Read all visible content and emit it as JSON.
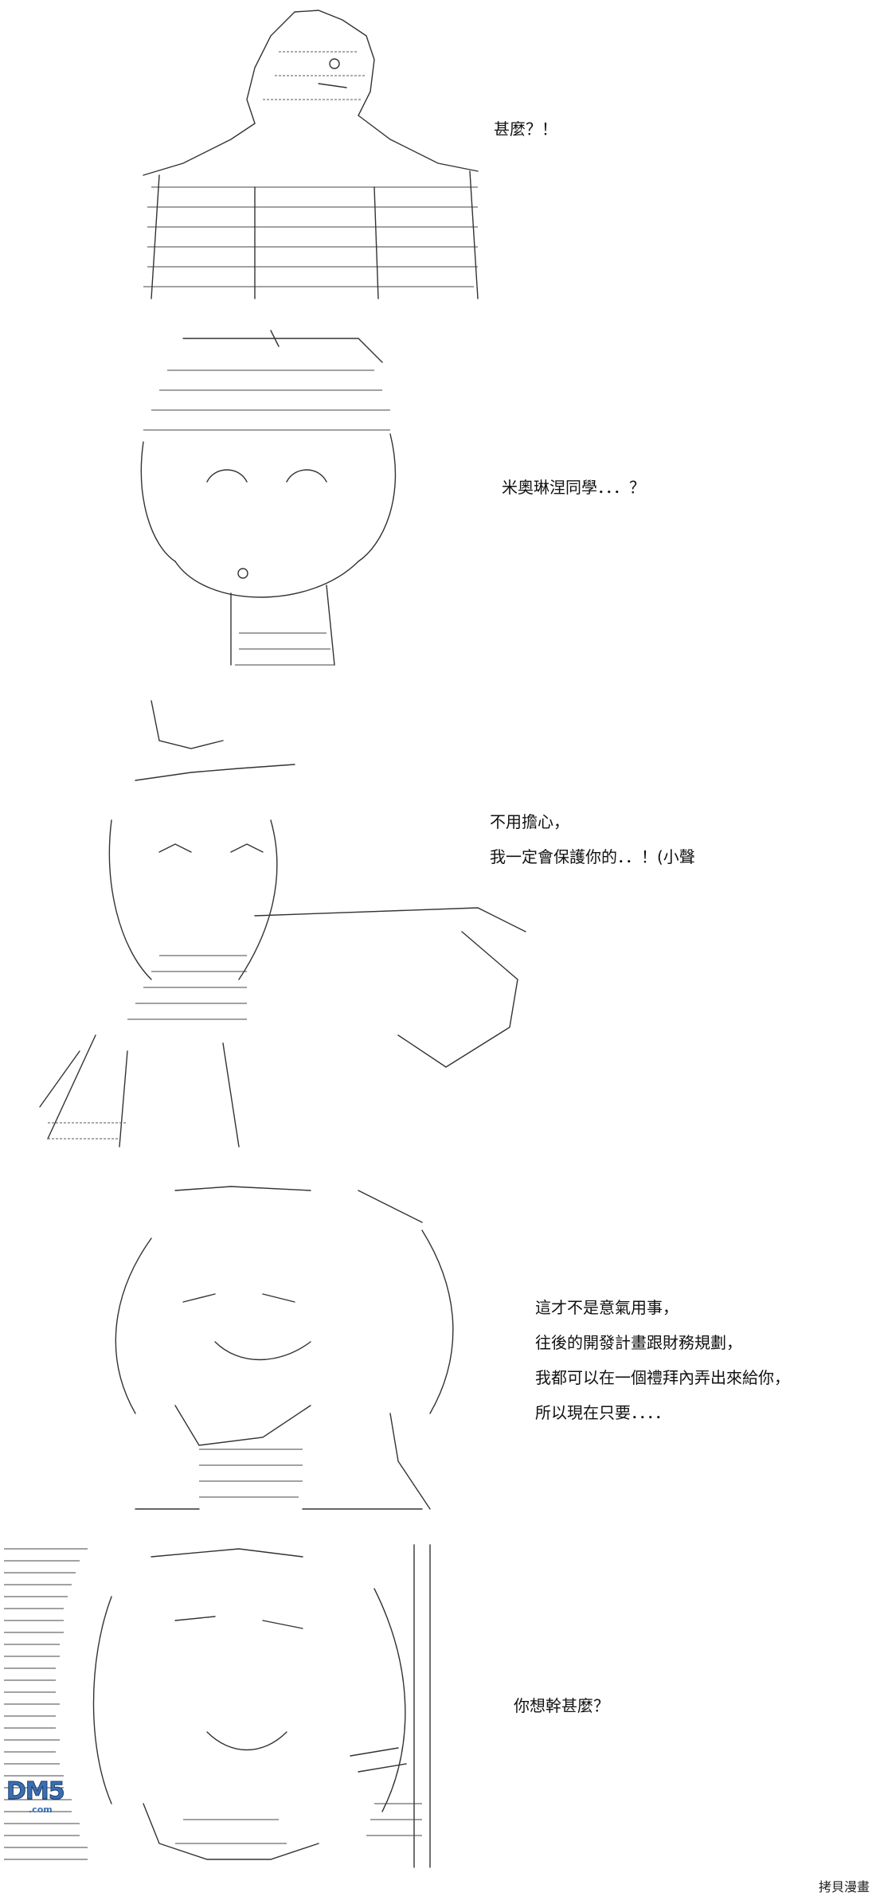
{
  "panels": [
    {
      "caption_lines": [
        "甚麼？！"
      ]
    },
    {
      "caption_lines": [
        "米奧琳涅同學．．．？"
      ]
    },
    {
      "caption_lines": [
        "不用擔心，",
        "我一定會保護你的．．！(小聲"
      ]
    },
    {
      "caption_lines": [
        "這才不是意氣用事，",
        "往後的開發計畫跟財務規劃，",
        "我都可以在一個禮拜內弄出來給你，",
        "所以現在只要．．．．"
      ]
    },
    {
      "caption_lines": [
        "你想幹甚麼？"
      ]
    }
  ],
  "watermark": {
    "left_logo": "DM5",
    "left_logo_sub": ".com",
    "right_text": "拷貝漫畫"
  },
  "colors": {
    "ink": "#333333",
    "background": "#ffffff",
    "logo_blue": "#3a6fb0"
  }
}
